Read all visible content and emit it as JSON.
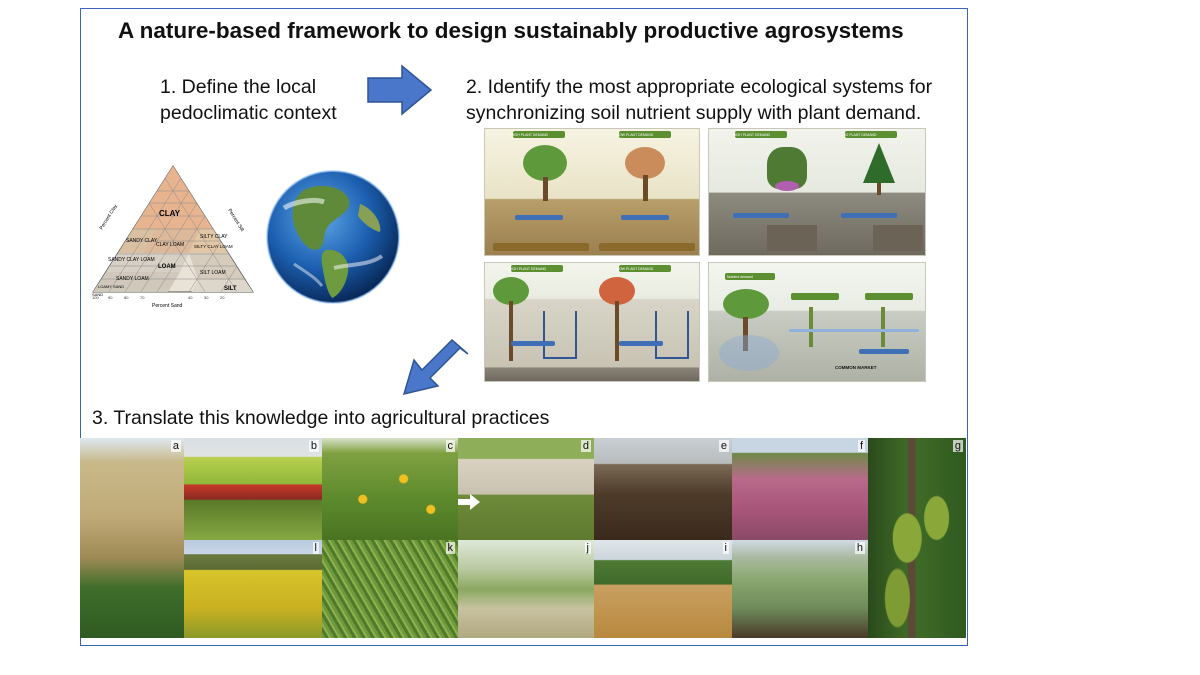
{
  "title": "A nature-based framework to design sustainably productive agrosystems",
  "steps": {
    "step1": "1. Define the local pedoclimatic context",
    "step2": "2. Identify the most appropriate ecological systems for synchronizing soil nutrient supply with plant demand.",
    "step3": "3. Translate this knowledge into agricultural practices"
  },
  "soil_triangle": {
    "classes": [
      "CLAY",
      "SILTY CLAY",
      "SANDY CLAY",
      "CLAY LOAM",
      "SILTY CLAY LOAM",
      "SANDY CLAY LOAM",
      "LOAM",
      "SANDY LOAM",
      "SILT LOAM",
      "LOAMY SAND",
      "SAND",
      "SILT"
    ],
    "axis_labels": [
      "Percent Clay",
      "Percent Silt",
      "Percent Sand"
    ],
    "ticks": [
      "10",
      "20",
      "30",
      "40",
      "50",
      "60",
      "70",
      "80",
      "90",
      "100"
    ]
  },
  "ecology_panels": [
    {
      "left": "HIGH PLANT DEMAND",
      "right": "LOW PLANT DEMAND"
    },
    {
      "left": "HIGH PLANT DEMAND",
      "right": "NO PLANT DEMAND"
    },
    {
      "left": "HIGH PLANT DEMAND",
      "right": "LOW PLANT DEMAND"
    },
    {
      "left": "Nutrient demand",
      "right": "COMMON MARKET"
    }
  ],
  "photo_letters": [
    "a",
    "b",
    "c",
    "d",
    "e",
    "f",
    "g",
    "l",
    "k",
    "j",
    "i",
    "h"
  ],
  "colors": {
    "frame": "#3b63b8",
    "arrow": "#4a77c9",
    "arrow_stroke": "#2f5597",
    "panel_bg": "#f2efdc",
    "demand_green": "#5b8f2f",
    "supply_blue": "#3f6fb5"
  }
}
